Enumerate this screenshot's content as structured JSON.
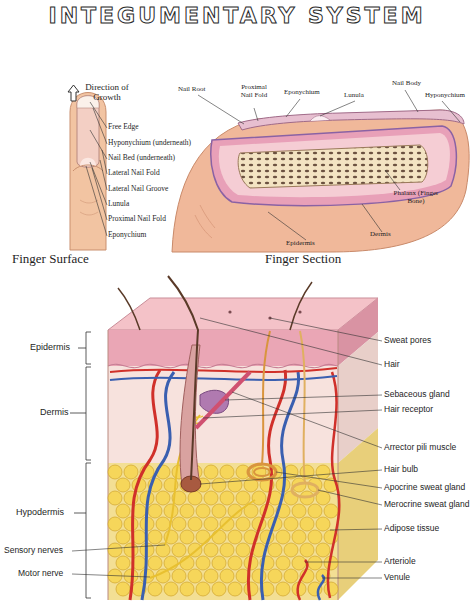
{
  "diagram": {
    "title": "INTEGUMENTARY SYSTEM",
    "labels": [
      "Direction of Growth",
      "Free Edge",
      "Hyponychium (underneath)",
      "Nail Bed (underneath)",
      "Lateral Nail Fold",
      "Lateral Nail Groove",
      "Lunula",
      "Proximal Nail Fold",
      "Eponychium",
      "Finger Surface",
      "Nail Root",
      "Proximal Nail Fold",
      "Eponychium",
      "Lunula",
      "Nail Body",
      "Hyponychium",
      "Phalanx (Finger Bone)",
      "Epidermis",
      "Dermis",
      "Finger Section",
      "Epidermis",
      "Dermis",
      "Hypodermis",
      "Sensory nerves",
      "Motor nerve",
      "Sweat pores",
      "Hair",
      "Sebaceous gland",
      "Hair receptor",
      "Arrector pili muscle",
      "Hair bulb",
      "Apocrine sweat gland",
      "Merocrine sweat gland",
      "Adipose tissue",
      "Arteriole",
      "Venule"
    ]
  }
}
